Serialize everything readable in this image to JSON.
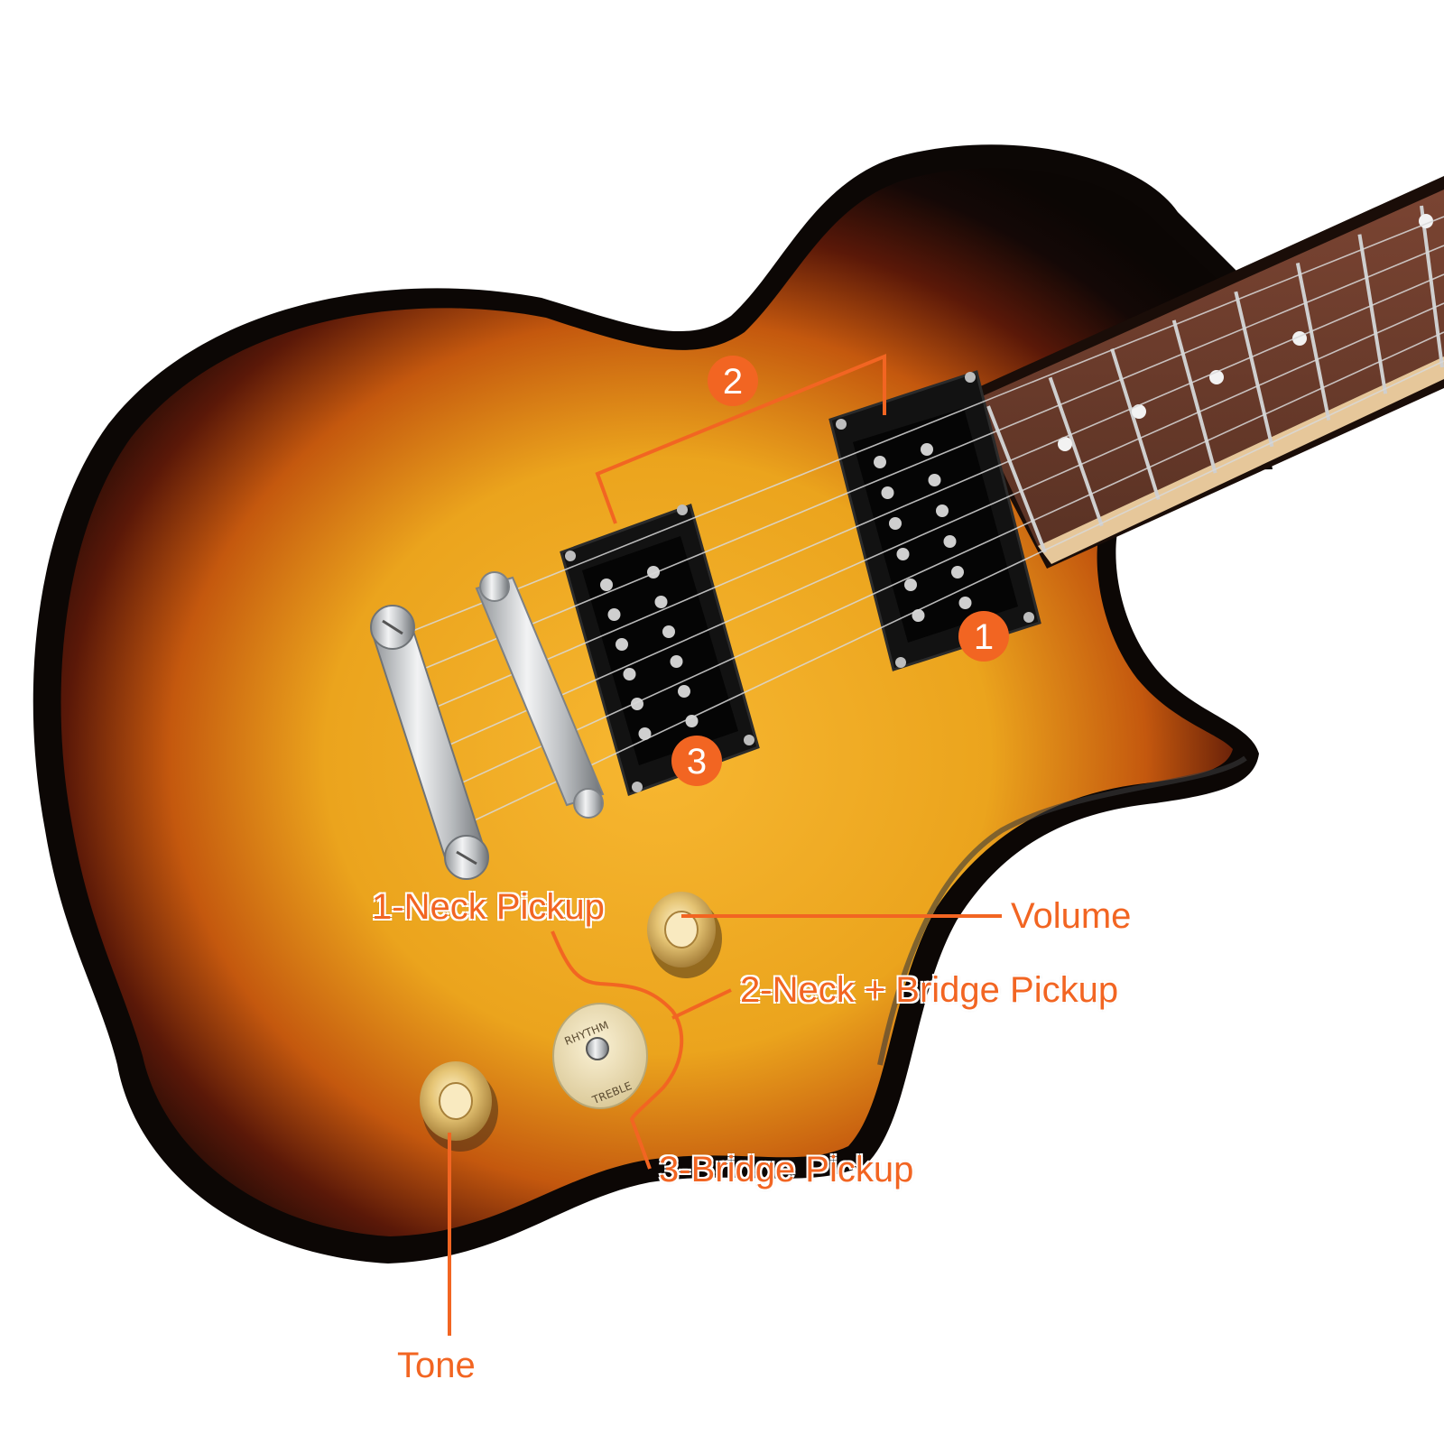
{
  "colors": {
    "accent": "#f26522",
    "body_dark": "#120a06",
    "sunburst_center": "#f7b32b",
    "sunburst_mid": "#c85a0c",
    "fretboard": "#6b3b2a",
    "chrome": "#d8dadc",
    "gold": "#e8c77a"
  },
  "badges": {
    "one": "1",
    "two": "2",
    "three": "3"
  },
  "labels": {
    "volume": "Volume",
    "neck_bridge": "2-Neck + Bridge Pickup",
    "neck": "1-Neck Pickup",
    "bridge": "3-Bridge Pickup",
    "tone": "Tone"
  },
  "switch": {
    "top_text": "RHYTHM",
    "bottom_text": "TREBLE"
  }
}
